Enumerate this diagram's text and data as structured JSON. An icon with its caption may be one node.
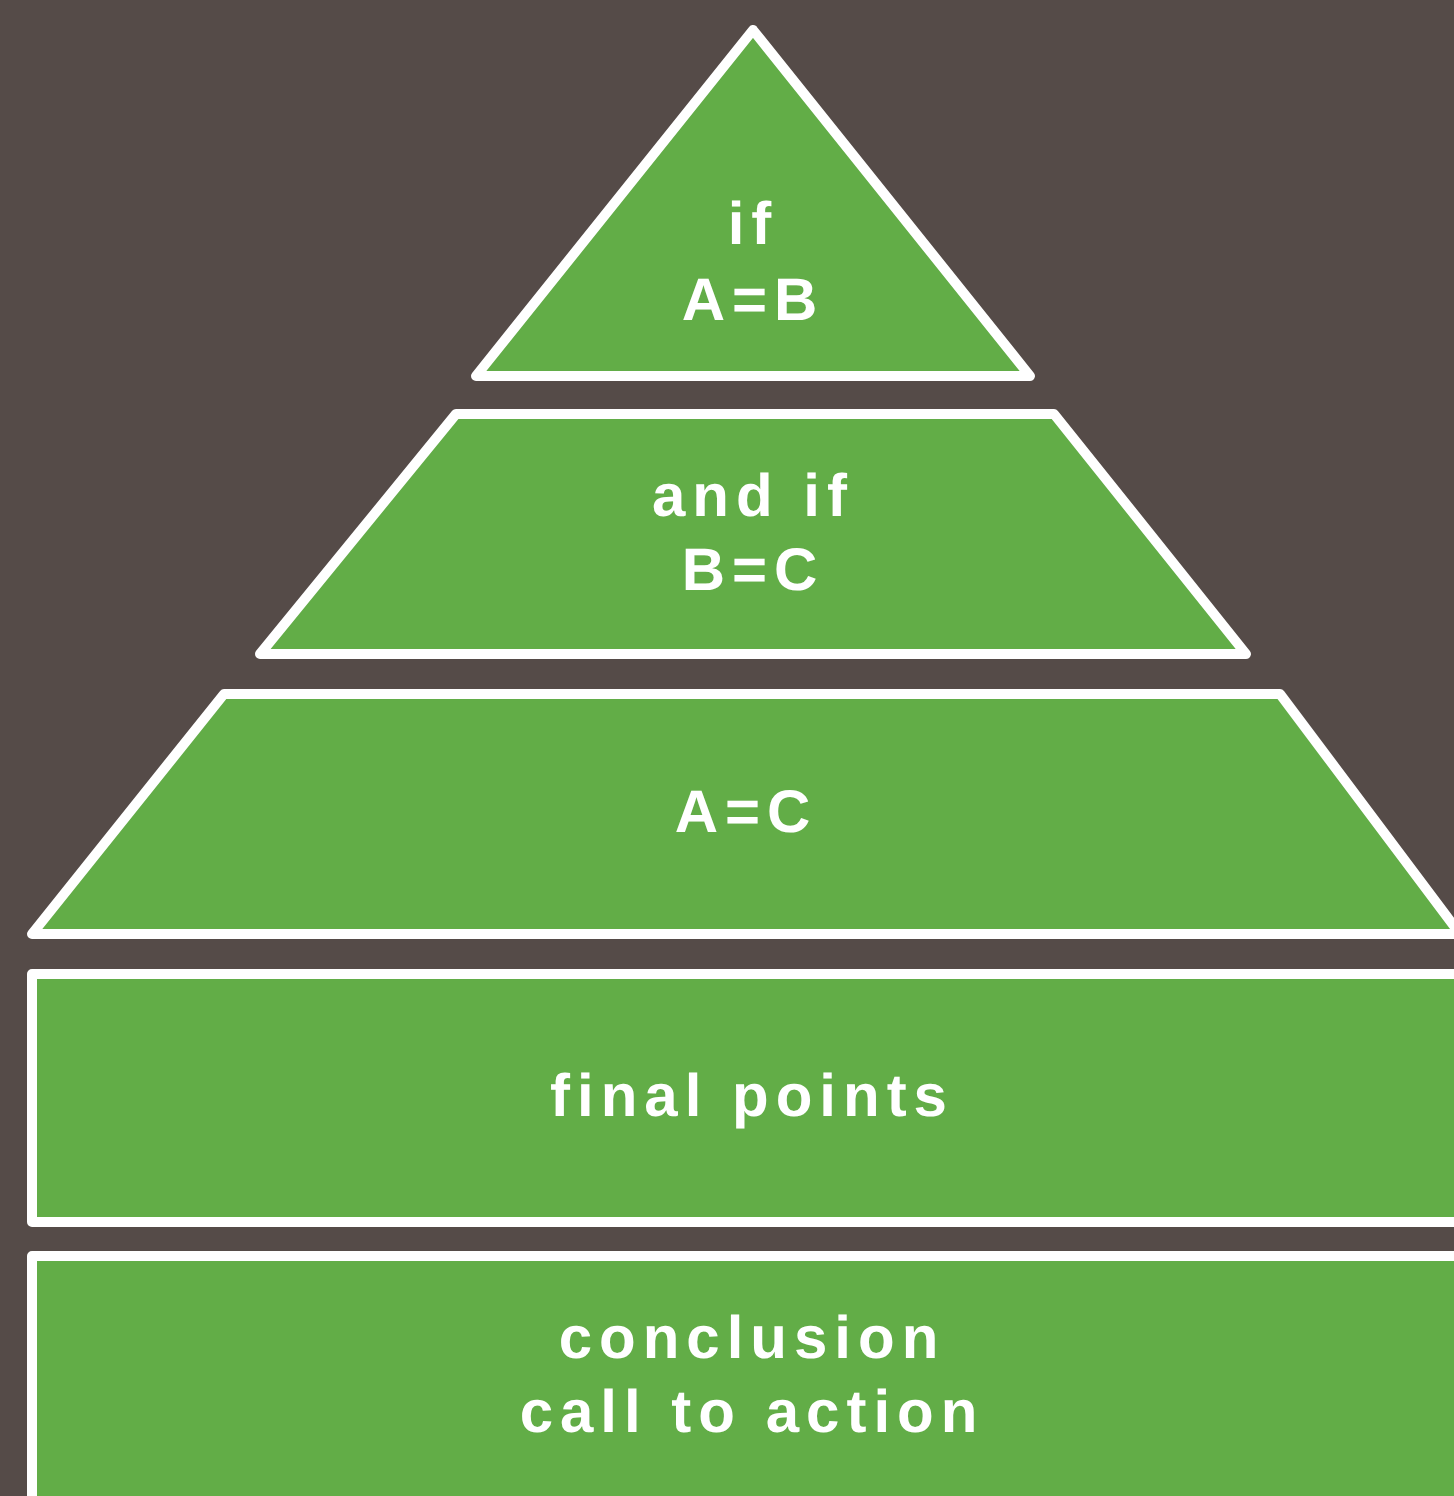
{
  "diagram": {
    "nodes": [
      {
        "text": [
          "if A=B"
        ]
      },
      {
        "text": [
          "and if B=C"
        ]
      },
      {
        "text": [
          "A=C"
        ]
      },
      {
        "text": [
          "final points"
        ]
      },
      {
        "text": [
          "conclusion call to action"
        ]
      }
    ]
  }
}
